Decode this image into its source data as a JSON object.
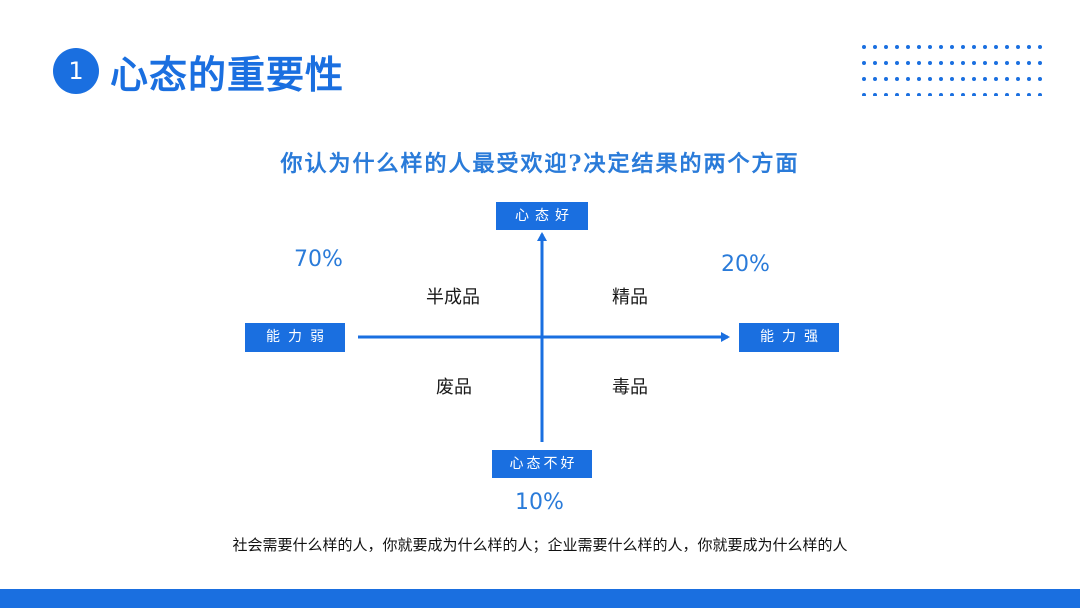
{
  "header": {
    "number": "1",
    "title": "心态的重要性"
  },
  "question": "你认为什么样的人最受欢迎?决定结果的两个方面",
  "axes": {
    "top": "心态好",
    "bottom": "心态不好",
    "left": "能力弱",
    "right": "能力强"
  },
  "quadrants": {
    "top_left": "半成品",
    "top_right": "精品",
    "bottom_left": "废品",
    "bottom_right": "毒品"
  },
  "percentages": {
    "top_left": "70%",
    "top_right": "20%",
    "bottom": "10%"
  },
  "footer_note": "社会需要什么样的人，你就要成为什么样的人；企业需要什么样的人，你就要成为什么样的人",
  "colors": {
    "accent": "#1a6fe0",
    "text_blue": "#2a7bd9"
  }
}
